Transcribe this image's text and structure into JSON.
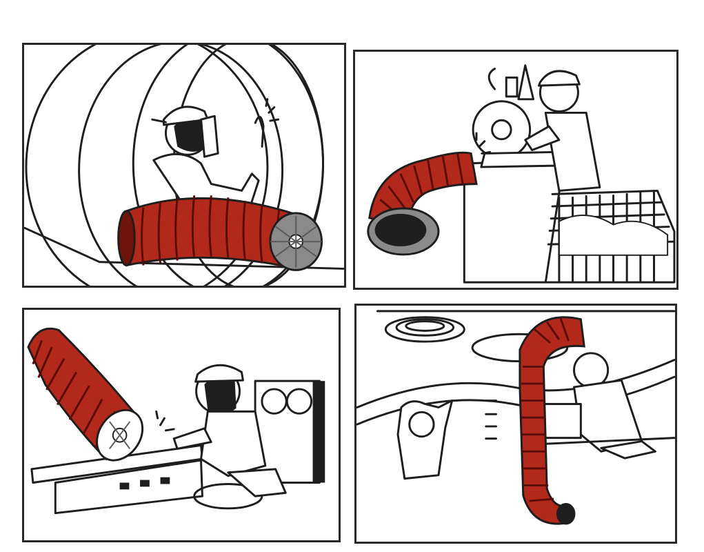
{
  "colors": {
    "hose": "#b2281b",
    "hose_dark": "#6e140c",
    "ink": "#1e1e1e",
    "background": "#ffffff",
    "grey": "#8a8a8a"
  },
  "panels": [
    {
      "id": "panel-tank-welding",
      "icon": "welder-in-tank-with-hose"
    },
    {
      "id": "panel-grinding",
      "icon": "worker-at-grinder-with-hose"
    },
    {
      "id": "panel-beam-welding",
      "icon": "kneeling-welder-with-hose"
    },
    {
      "id": "panel-manhole",
      "icon": "hose-through-manhole-to-worker"
    }
  ]
}
